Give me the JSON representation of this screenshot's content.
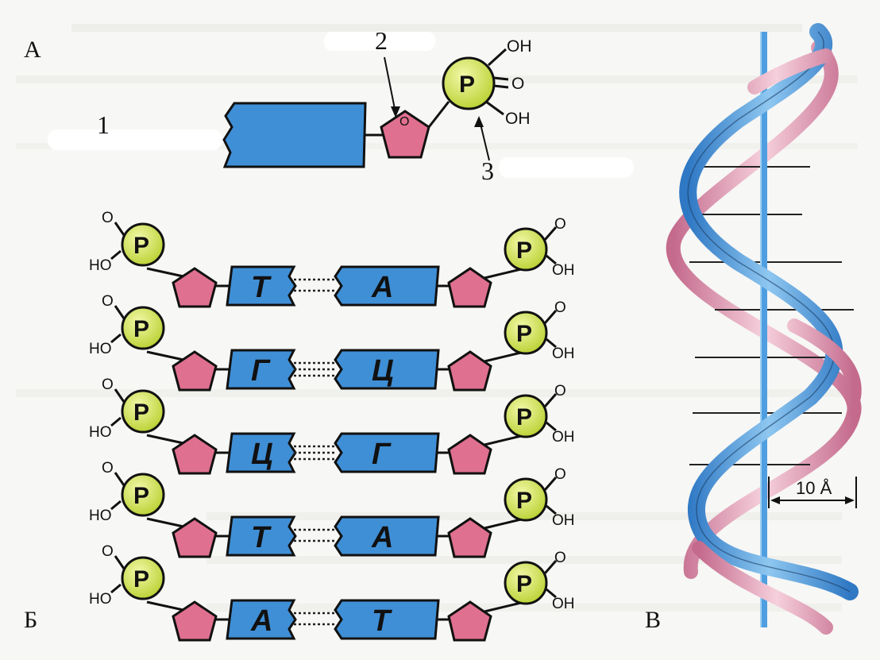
{
  "labels": {
    "panel_a": "А",
    "panel_b": "Б",
    "panel_v": "В",
    "num_1": "1",
    "num_2": "2",
    "num_3": "3"
  },
  "nucleotide": {
    "phosphate": "P",
    "oh": "OH",
    "o": "O",
    "ring_o": "O"
  },
  "chain": {
    "phosphate": "P",
    "oh": "OH",
    "ho": "HO",
    "o": "O",
    "pairs": [
      {
        "left": "Т",
        "right": "А"
      },
      {
        "left": "Г",
        "right": "Ц"
      },
      {
        "left": "Ц",
        "right": "Г"
      },
      {
        "left": "Т",
        "right": "А"
      },
      {
        "left": "А",
        "right": "Т"
      }
    ]
  },
  "helix": {
    "pitch_label": "10 Å"
  },
  "colors": {
    "base_blue": "#3f8fd6",
    "sugar_pink": "#e0708f",
    "phosphate_green": "#d6e84a",
    "strand_blue": "#5aa6e0",
    "strand_pink": "#ecaac0",
    "axis_blue": "#4f9fe0"
  }
}
